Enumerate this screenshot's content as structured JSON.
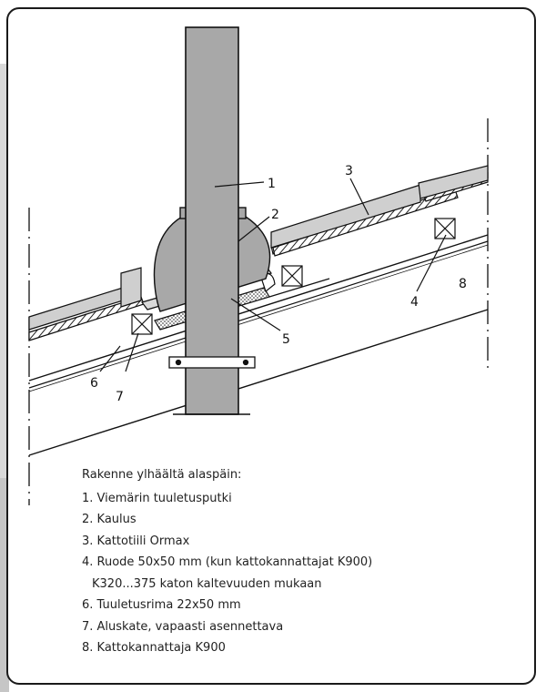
{
  "callouts": [
    "1",
    "2",
    "3",
    "4",
    "5",
    "6",
    "7",
    "8"
  ],
  "legend": {
    "heading": "Rakenne ylhäältä alaspäin:",
    "items": [
      "1. Viemärin tuuletusputki",
      "2. Kaulus",
      "3. Kattotiili Ormax",
      "4. Ruode 50x50 mm (kun kattokannattajat K900)",
      "K320...375 katon kaltevuuden mukaan",
      "6. Tuuletusrima 22x50 mm",
      "7. Aluskate, vapaasti asennettava",
      "8. Kattokannattaja K900"
    ]
  }
}
